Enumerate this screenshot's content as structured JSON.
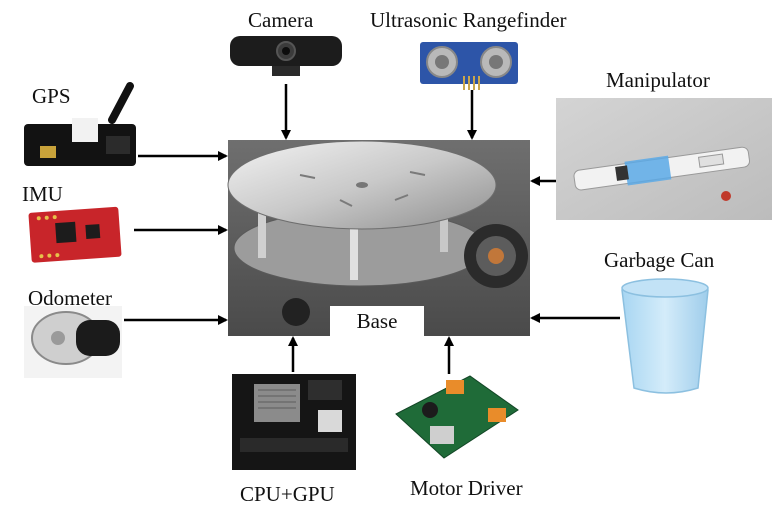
{
  "diagram": {
    "center": {
      "label": "Base"
    },
    "components": [
      {
        "id": "camera",
        "label": "Camera"
      },
      {
        "id": "ultrasonic",
        "label": "Ultrasonic Rangefinder"
      },
      {
        "id": "manipulator",
        "label": "Manipulator"
      },
      {
        "id": "gps",
        "label": "GPS"
      },
      {
        "id": "imu",
        "label": "IMU"
      },
      {
        "id": "odometer",
        "label": "Odometer"
      },
      {
        "id": "garbage",
        "label": "Garbage Can"
      },
      {
        "id": "cpu",
        "label": "CPU+GPU"
      },
      {
        "id": "motor",
        "label": "Motor Driver"
      }
    ]
  }
}
